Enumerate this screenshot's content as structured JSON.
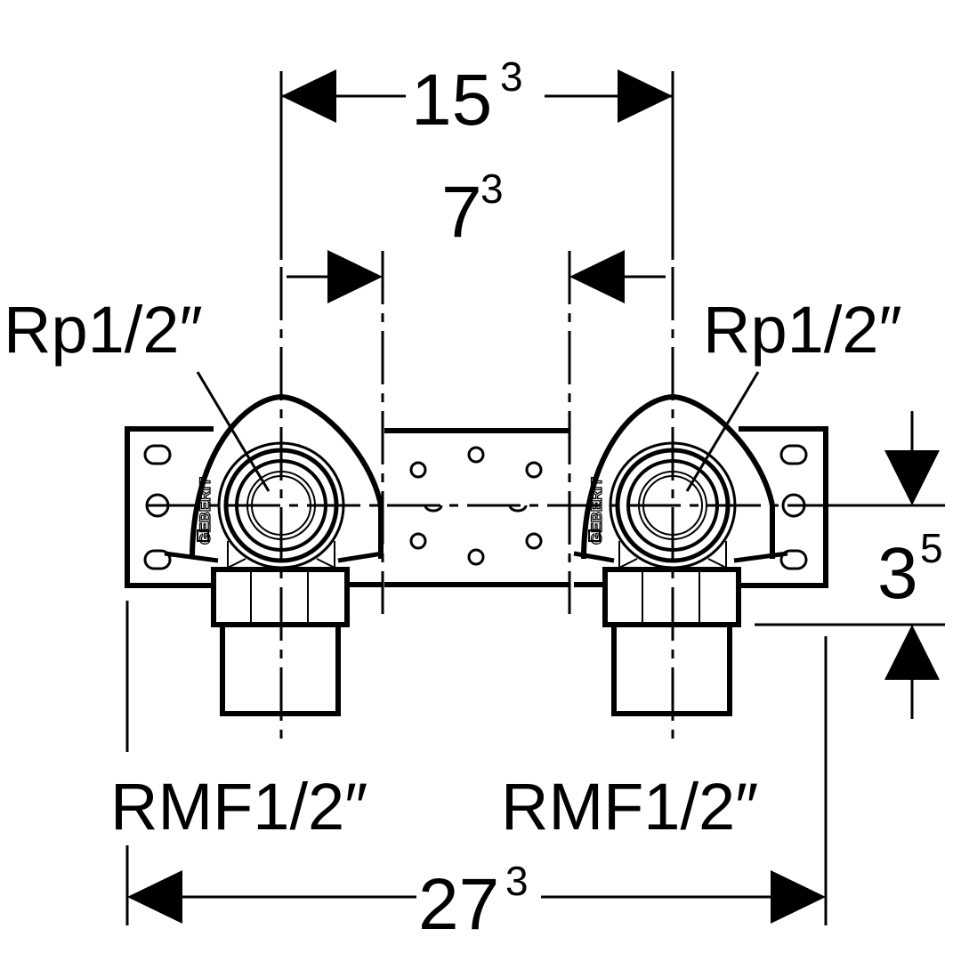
{
  "diagram": {
    "type": "technical-dimension-drawing",
    "subject": "double wall-plate elbow fitting (front view)",
    "brand_mark": "GEBERIT",
    "line_color": "#000000",
    "background": "#ffffff",
    "dimensions": {
      "outlet_spacing": {
        "base": "15",
        "sup": "3"
      },
      "connector_offset": {
        "base": "7",
        "sup": "3"
      },
      "plate_offset": {
        "base": "3",
        "sup": "5"
      },
      "overall_width": {
        "base": "27",
        "sup": "3"
      }
    },
    "labels": {
      "thread_left": "Rp1/2″",
      "thread_right": "Rp1/2″",
      "connection_left": "RMF1/2″",
      "connection_right": "RMF1/2″"
    }
  }
}
